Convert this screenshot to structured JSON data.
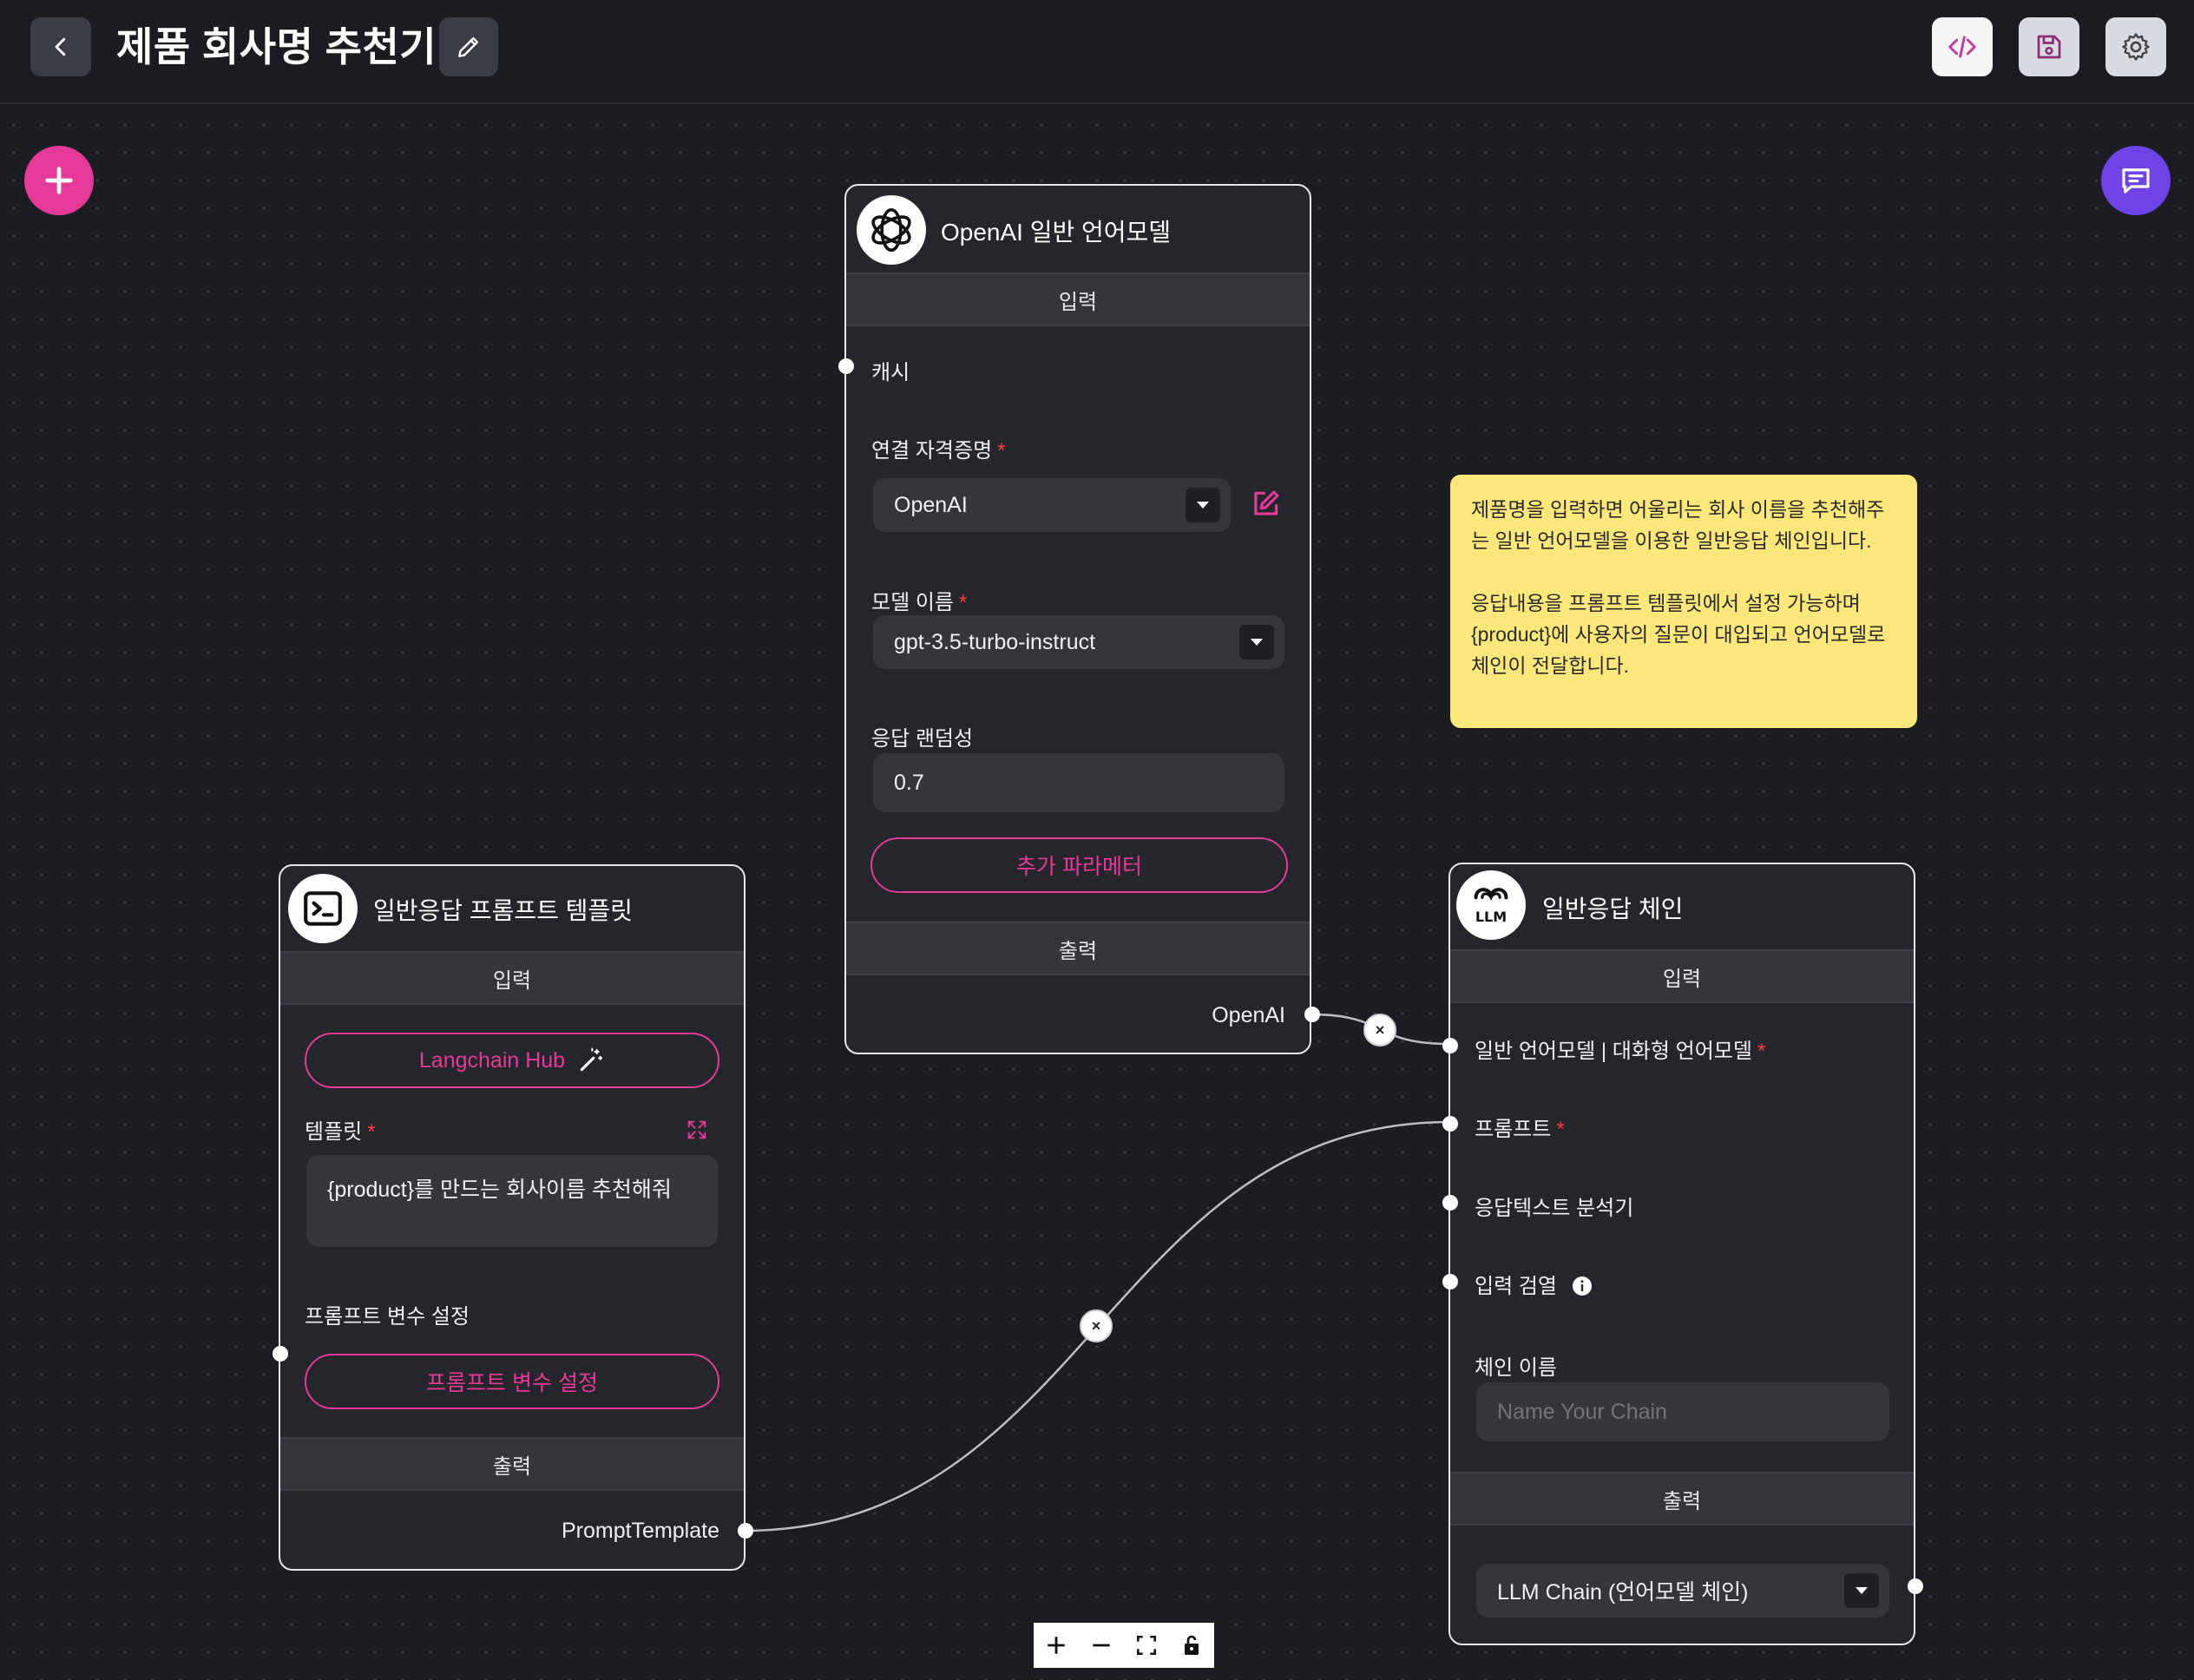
{
  "header": {
    "title": "제품 회사명 추천기"
  },
  "colors": {
    "accent_pink": "#e53a99",
    "accent_purple": "#6f43e8",
    "required": "#ff3b3b",
    "note_bg": "#fce77a"
  },
  "icons": {
    "back": "chevron-left-icon",
    "edit": "pencil-icon",
    "code": "code-icon",
    "save": "save-icon",
    "settings": "gear-icon",
    "add": "plus-icon",
    "chat": "chat-icon"
  },
  "openai_node": {
    "title": "OpenAI 일반 언어모델",
    "input_section": "입력",
    "cache_label": "캐시",
    "credential_label": "연결 자격증명",
    "credential_value": "OpenAI",
    "model_label": "모델 이름",
    "model_value": "gpt-3.5-turbo-instruct",
    "temperature_label": "응답 랜덤성",
    "temperature_value": "0.7",
    "additional_params": "추가 파라메터",
    "output_section": "출력",
    "output_label": "OpenAI"
  },
  "note": {
    "line1": "제품명을 입력하면 어울리는 회사 이름을 추천해주는 일반 언어모델을 이용한 일반응답 체인입니다.",
    "line2": "응답내용을 프롬프트 템플릿에서 설정 가능하며 {product}에 사용자의 질문이 대입되고 언어모델로 체인이 전달합니다."
  },
  "prompt_node": {
    "title": "일반응답 프롬프트 템플릿",
    "input_section": "입력",
    "hub_button": "Langchain Hub",
    "template_label": "템플릿",
    "template_value": "{product}를 만드는 회사이름 추천해줘",
    "vars_label": "프롬프트 변수 설정",
    "vars_button": "프롬프트 변수 설정",
    "output_section": "출력",
    "output_label": "PromptTemplate"
  },
  "chain_node": {
    "title": "일반응답 체인",
    "input_section": "입력",
    "llm_label": "일반 언어모델 | 대화형 언어모델",
    "prompt_label": "프롬프트",
    "parser_label": "응답텍스트 분석기",
    "moderation_label": "입력 검열",
    "chain_name_label": "체인 이름",
    "chain_name_placeholder": "Name Your Chain",
    "output_section": "출력",
    "output_value": "LLM Chain (언어모델 체인)"
  },
  "edge_controls": {
    "remove": "×"
  }
}
